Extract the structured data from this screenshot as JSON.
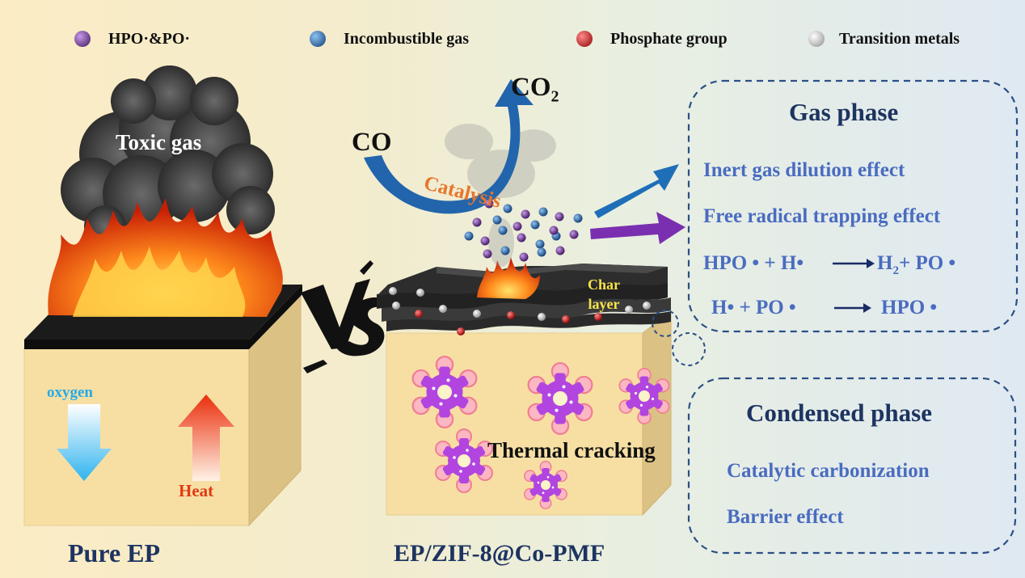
{
  "legend": [
    {
      "label": "HPO·&PO·",
      "color": "#6a2b9a"
    },
    {
      "label": "Incombustible gas",
      "color": "#1f5fa8"
    },
    {
      "label": "Phosphate group",
      "color": "#c81414"
    },
    {
      "label": "Transition metals",
      "color": "#e8e8e8"
    }
  ],
  "left": {
    "toxic_gas": "Toxic gas",
    "oxygen": "oxygen",
    "heat": "Heat",
    "caption": "Pure EP"
  },
  "vs": "VS",
  "middle": {
    "co": "CO",
    "co2_base": "CO",
    "co2_sub": "2",
    "catalysis": "Catalysis",
    "char_line1": "Char",
    "char_line2": "layer",
    "thermal_cracking": "Thermal cracking",
    "caption": "EP/ZIF-8@Co-PMF"
  },
  "gas_phase": {
    "title": "Gas phase",
    "effect1": "Inert gas dilution effect",
    "effect2": "Free radical trapping effect",
    "eq1_left": "HPO • + H•",
    "eq1_right_a": "H",
    "eq1_right_sub": "2",
    "eq1_right_b": "+ PO •",
    "eq2_left": "H• + PO •",
    "eq2_right": "HPO •"
  },
  "condensed_phase": {
    "title": "Condensed phase",
    "effect1": "Catalytic carbonization",
    "effect2": "Barrier effect"
  },
  "colors": {
    "panel_border": "#2b4f86",
    "panel_text": "#4a6cc0",
    "panel_title": "#1d3461",
    "catalysis": "#e8762b",
    "arrow_blue": "#1f6fb8",
    "arrow_purple": "#7a2fb0",
    "oxygen": "#25a9e6",
    "heat": "#e23a12"
  }
}
